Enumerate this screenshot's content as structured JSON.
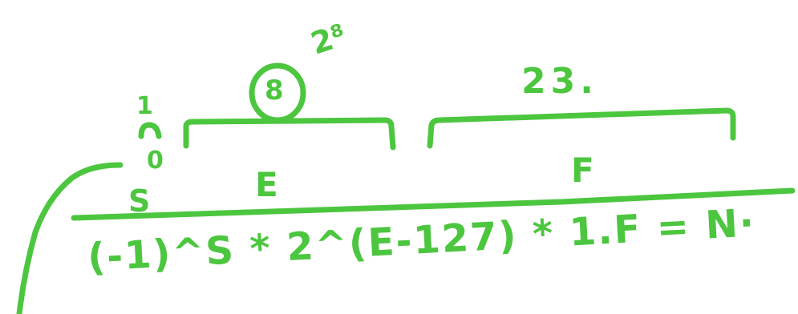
{
  "ink_color": "#4cc63f",
  "diagram": {
    "sign_width": "1",
    "sign_placeholder": "0",
    "sign_label": "S",
    "exponent_width": "8",
    "exponent_range": "2⁸",
    "exponent_label": "E",
    "fraction_width": "23.",
    "fraction_label": "F",
    "formula": "(-1)^S * 2^(E-127) * 1.F = N·"
  }
}
